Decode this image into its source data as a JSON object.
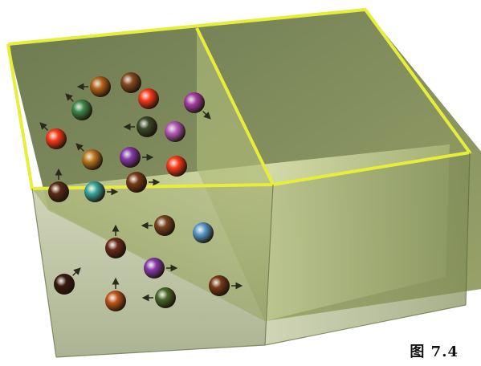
{
  "figure": {
    "caption": "图 7.4",
    "box": {
      "frame_color": "#e6ee3a",
      "glass_color": "#8c9a5a",
      "floor_color": "#c9d49a",
      "partition_color": "#b2bd7a"
    },
    "molecules": [
      {
        "color": "#b8641a",
        "arrow": "left"
      },
      {
        "color": "#3f8a4a",
        "arrow": "up-left"
      },
      {
        "color": "#ff3a1a",
        "arrow": "none"
      },
      {
        "color": "#a43ea8",
        "arrow": "down-right"
      },
      {
        "color": "#8a4a20",
        "arrow": "none"
      },
      {
        "color": "#3a4a2a",
        "arrow": "left"
      },
      {
        "color": "#b85ac0",
        "arrow": "none"
      },
      {
        "color": "#ff3a1a",
        "arrow": "up-left"
      },
      {
        "color": "#c07a20",
        "arrow": "up-left"
      },
      {
        "color": "#8a3ab0",
        "arrow": "right"
      },
      {
        "color": "#ff3a1a",
        "arrow": "none"
      },
      {
        "color": "#5a2a1a",
        "arrow": "up"
      },
      {
        "color": "#3aa8a0",
        "arrow": "right"
      },
      {
        "color": "#7a3a1a",
        "arrow": "right"
      },
      {
        "color": "#7a4420",
        "arrow": "left"
      },
      {
        "color": "#5a9ad0",
        "arrow": "none"
      },
      {
        "color": "#6a2a1a",
        "arrow": "up"
      },
      {
        "color": "#8a3ab0",
        "arrow": "right"
      },
      {
        "color": "#3a1a10",
        "arrow": "up-right"
      },
      {
        "color": "#c0561a",
        "arrow": "up"
      },
      {
        "color": "#4a6a2a",
        "arrow": "left"
      },
      {
        "color": "#7a3a1a",
        "arrow": "right"
      }
    ]
  }
}
